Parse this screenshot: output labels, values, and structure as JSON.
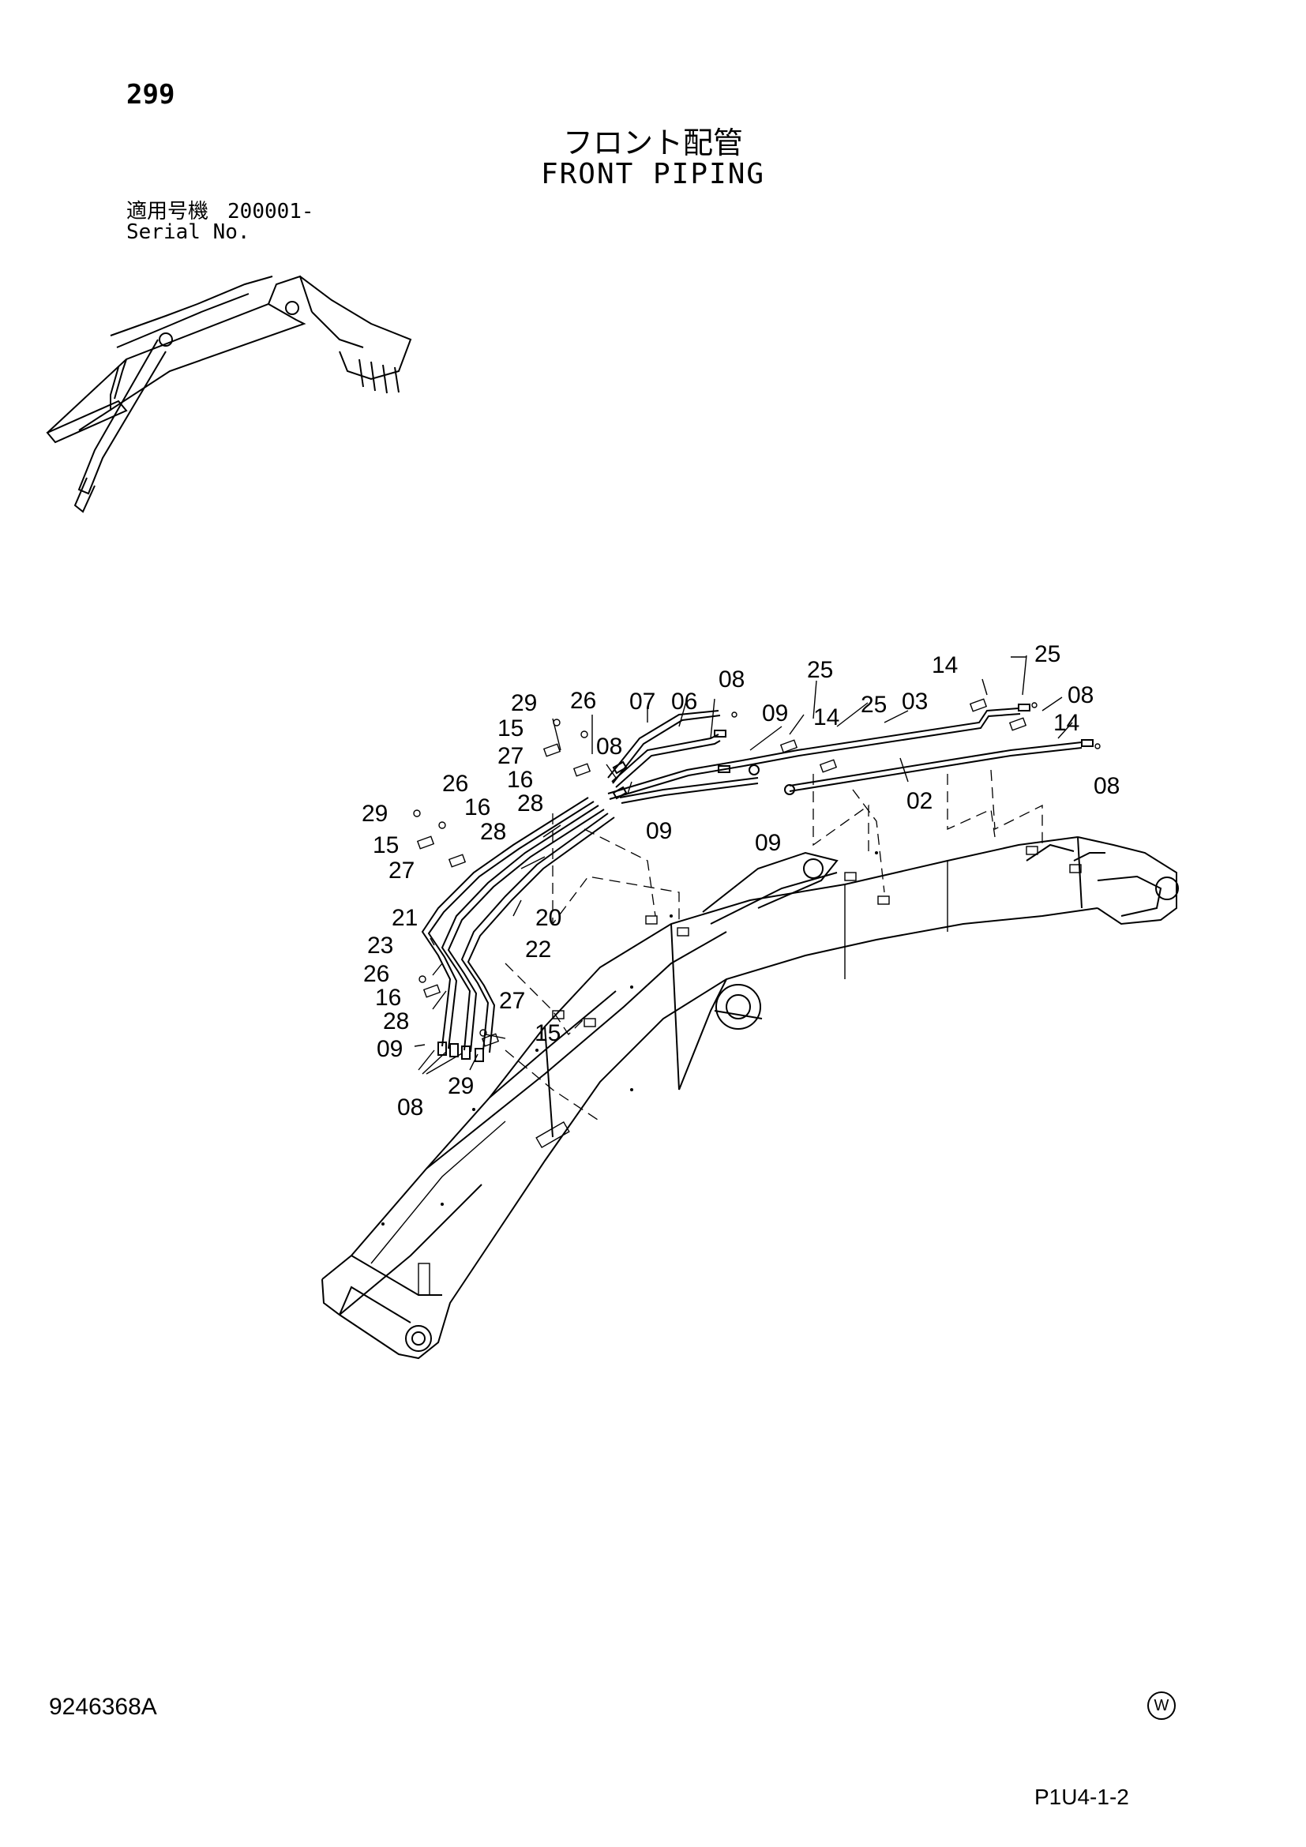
{
  "page_number": "299",
  "title_jp": "フロント配管",
  "title_en": "FRONT PIPING",
  "serial": {
    "label_jp": "適用号機",
    "value": "200001-",
    "label_en": "Serial No."
  },
  "doc_number": "9246368A",
  "w_mark": "W",
  "page_code": "P1U4-1-2",
  "callouts": {
    "c08_top": "08",
    "c25_top": "25",
    "c14_top": "14",
    "c25_right": "25",
    "c29_a": "29",
    "c26_a": "26",
    "c07": "07",
    "c06": "06",
    "c09_a": "09",
    "c14_a": "14",
    "c25_a": "25",
    "c03": "03",
    "c08_right": "08",
    "c14_right": "14",
    "c15_a": "15",
    "c08_b": "08",
    "c27_a": "27",
    "c16_a": "16",
    "c28_a": "28",
    "c02": "02",
    "c08_far": "08",
    "c26_b": "26",
    "c29_b": "29",
    "c16_b": "16",
    "c15_b": "15",
    "c28_b": "28",
    "c09_b": "09",
    "c09_c": "09",
    "c27_b": "27",
    "c21": "21",
    "c20": "20",
    "c23": "23",
    "c22": "22",
    "c26_c": "26",
    "c16_c": "16",
    "c28_c": "28",
    "c27_c": "27",
    "c15_c": "15",
    "c09_d": "09",
    "c29_c": "29",
    "c08_bottom": "08"
  }
}
